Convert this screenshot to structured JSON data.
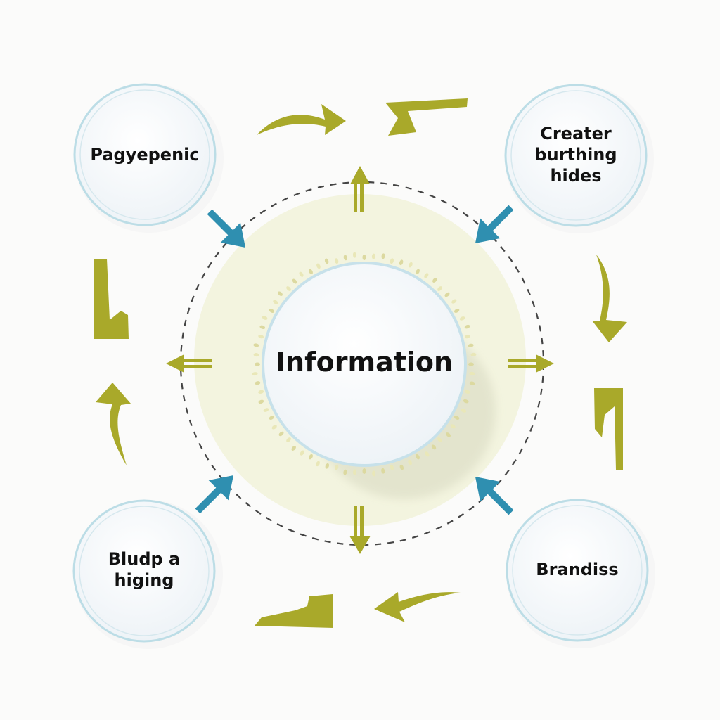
{
  "center": {
    "label": "Information"
  },
  "nodes": [
    {
      "id": "top-left",
      "lines": [
        "Pagyepenic"
      ]
    },
    {
      "id": "top-right",
      "lines": [
        "Creater",
        "burthing",
        "hides"
      ]
    },
    {
      "id": "bottom-left",
      "lines": [
        "Bludp a",
        "higing"
      ]
    },
    {
      "id": "bottom-right",
      "lines": [
        "Brandiss"
      ]
    }
  ],
  "colors": {
    "olive_arrow": "#a9a92a",
    "teal_arrow": "#2f8fb0",
    "circle_border": "#bcdde6",
    "halo": "#f3f4df",
    "dashed_ring": "#444444"
  },
  "icons": {
    "cycle_arrows": "olive-curved-arrow",
    "inward_arrows": "teal-diagonal-arrow",
    "axis_arrows": "olive-straight-arrow"
  }
}
